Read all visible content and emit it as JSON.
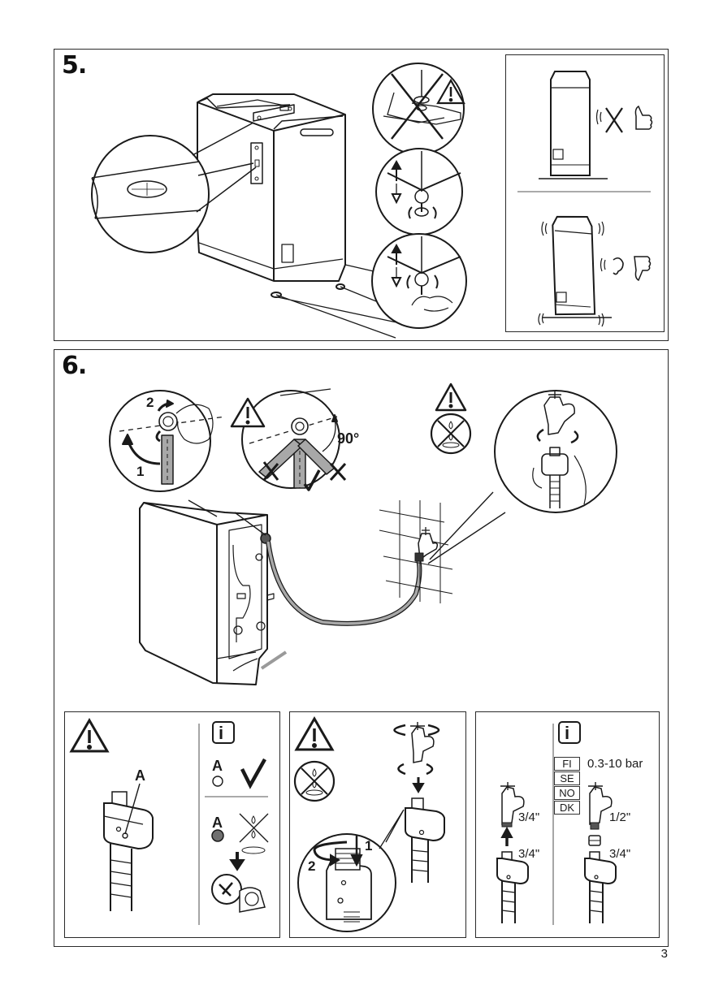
{
  "page": {
    "number": "3"
  },
  "step5": {
    "number_label": "5.",
    "sound_panel": {
      "level_state": "quiet, thumbs up",
      "unlevel_state": "noisy, thumbs down"
    }
  },
  "step6": {
    "number_label": "6.",
    "inlet_detail": {
      "label_1": "1",
      "label_2": "2",
      "angle_label": "90°"
    },
    "panels": {
      "aquastop": {
        "indicator_label": "A",
        "indicator_ok_label": "A",
        "indicator_fault_label": "A"
      },
      "tap_connect": {
        "label_1": "1",
        "label_2": "2"
      },
      "thread_sizes": {
        "hose_thread": "3/4\"",
        "tap_thread": "3/4\"",
        "country_codes": [
          "FI",
          "SE",
          "NO",
          "DK"
        ],
        "pressure": "0.3-10 bar",
        "adapter_tap_thread": "1/2\"",
        "adapter_hose_thread": "3/4\""
      }
    }
  },
  "colors": {
    "line": "#1a1a1a",
    "hose_fill": "#a8a8a8",
    "fault_dot": "#707070"
  }
}
